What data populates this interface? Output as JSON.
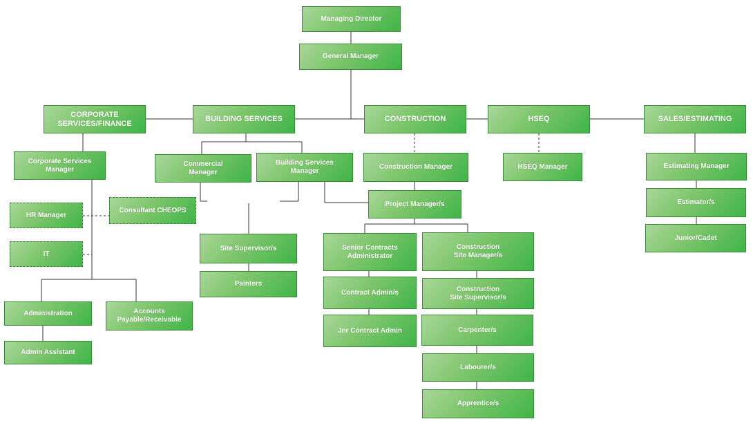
{
  "chart": {
    "managing_director": "Managing Director",
    "general_manager": "General Manager",
    "corporate": "CORPORATE\nSERVICES/FINANCE",
    "building_services": "BUILDING SERVICES",
    "construction": "CONSTRUCTION",
    "hseq": "HSEQ",
    "sales": "SALES/ESTIMATING",
    "corporate_services_manager": "Corporate Services\nManager",
    "hr_manager": "HR Manager",
    "it": "IT",
    "consultant_cheops": "Consultant CHEOPS",
    "administration": "Administration",
    "admin_assistant": "Admin Assistant",
    "accounts": "Accounts\nPayable/Receivable",
    "commercial_manager": "Commercial\nManager",
    "building_services_manager": "Building Services\nManager",
    "site_supervisor": "Site Supervisor/s",
    "painters": "Painters",
    "construction_manager": "Construction Manager",
    "project_manager": "Project Manager/s",
    "senior_contracts_admin": "Senior Contracts\nAdministrator",
    "contract_admin": "Contract Admin/s",
    "jnr_contract_admin": "Jnr Contract Admin",
    "construction_site_manager": "Construction\nSite Manager/s",
    "construction_site_supervisor": "Construction\nSite Supervisor/s",
    "carpenter": "Carpenter/s",
    "labourer": "Labourer/s",
    "apprentice": "Apprentice/s",
    "hseq_manager": "HSEQ Manager",
    "estimating_manager": "Estimating Manager",
    "estimator": "Estimator/s",
    "junior_cadet": "Junior/Cadet"
  }
}
